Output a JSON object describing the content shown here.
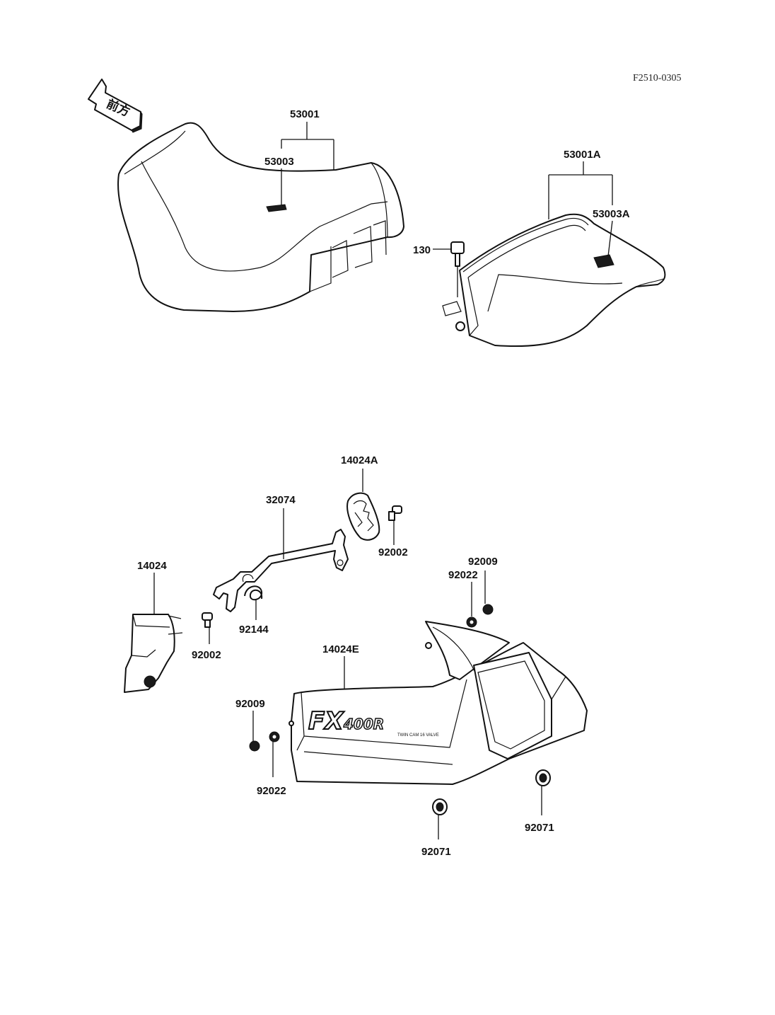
{
  "drawing_code": "F2510-0305",
  "front_arrow_text": "前方",
  "labels": {
    "p53001": "53001",
    "p53003": "53003",
    "p53001A": "53001A",
    "p53003A": "53003A",
    "p130": "130",
    "p14024A": "14024A",
    "p32074": "32074",
    "p92002_top": "92002",
    "p14024": "14024",
    "p92009_top": "92009",
    "p92022_top": "92022",
    "p92144": "92144",
    "p92002_left": "92002",
    "p14024E": "14024E",
    "p92009_left": "92009",
    "p92022_left": "92022",
    "p92071_mid": "92071",
    "p92071_right": "92071"
  },
  "cover_logo": {
    "main": "FX",
    "model": "400R",
    "tagline": "TWIN CAM 16 VALVE"
  }
}
